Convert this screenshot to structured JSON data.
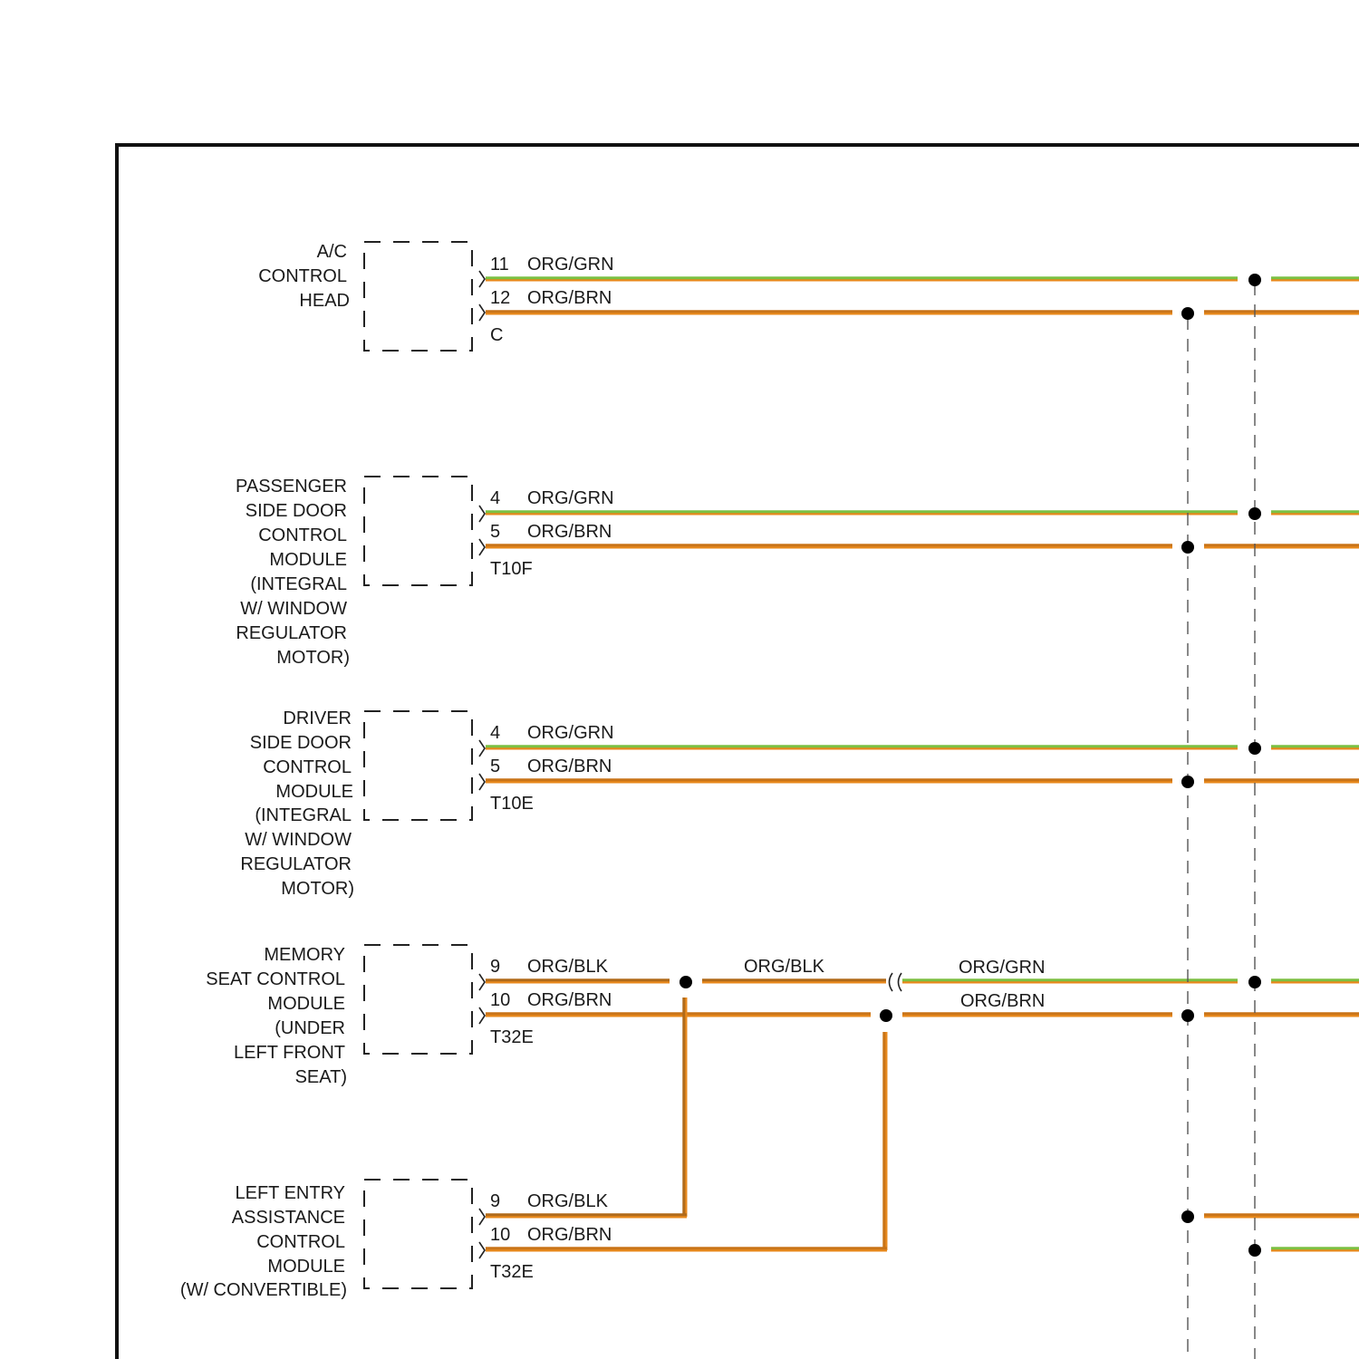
{
  "components": [
    {
      "id": "ac",
      "label_lines": [
        "A/C",
        "CONTROL",
        "HEAD"
      ],
      "connector": "C",
      "pins": [
        {
          "num": "11",
          "wire": "ORG/GRN"
        },
        {
          "num": "12",
          "wire": "ORG/BRN"
        }
      ]
    },
    {
      "id": "pass",
      "label_lines": [
        "PASSENGER",
        "SIDE DOOR",
        "CONTROL",
        "MODULE",
        "(INTEGRAL",
        "W/ WINDOW",
        "REGULATOR",
        "MOTOR)"
      ],
      "connector": "T10F",
      "pins": [
        {
          "num": "4",
          "wire": "ORG/GRN"
        },
        {
          "num": "5",
          "wire": "ORG/BRN"
        }
      ]
    },
    {
      "id": "drv",
      "label_lines": [
        "DRIVER",
        "SIDE DOOR",
        "CONTROL",
        "MODULE",
        "(INTEGRAL",
        "W/ WINDOW",
        "REGULATOR",
        "MOTOR)"
      ],
      "connector": "T10E",
      "pins": [
        {
          "num": "4",
          "wire": "ORG/GRN"
        },
        {
          "num": "5",
          "wire": "ORG/BRN"
        }
      ]
    },
    {
      "id": "mem",
      "label_lines": [
        "MEMORY",
        "SEAT CONTROL",
        "MODULE",
        "(UNDER",
        "LEFT FRONT",
        "SEAT)"
      ],
      "connector": "T32E",
      "pins": [
        {
          "num": "9",
          "wire": "ORG/BLK"
        },
        {
          "num": "10",
          "wire": "ORG/BRN"
        }
      ]
    },
    {
      "id": "lea",
      "label_lines": [
        "LEFT ENTRY",
        "ASSISTANCE",
        "CONTROL",
        "MODULE",
        "(W/ CONVERTIBLE)"
      ],
      "connector": "T32E",
      "pins": [
        {
          "num": "9",
          "wire": "ORG/BLK"
        },
        {
          "num": "10",
          "wire": "ORG/BRN"
        }
      ]
    }
  ],
  "mid_wire_labels": {
    "org_blk_mid": "ORG/BLK",
    "org_grn_after_connector": "ORG/GRN",
    "org_brn_after_splice": "ORG/BRN"
  },
  "colors": {
    "orange": "#e8891c",
    "green": "#7bc043",
    "line": "#222222"
  }
}
